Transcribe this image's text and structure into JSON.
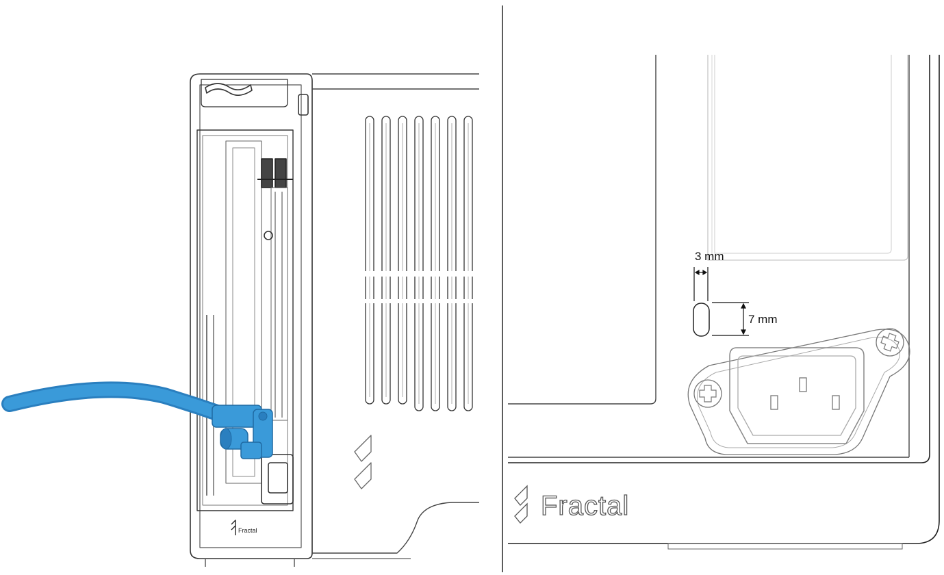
{
  "left_panel": {
    "brand_small": "Fractal",
    "colors": {
      "cable": "#3a9ad9",
      "cable_dark": "#2a7fbf",
      "line": "#333333",
      "light_line": "#9a9a9a"
    }
  },
  "right_panel": {
    "dimension_width": "3 mm",
    "dimension_height": "7 mm",
    "brand": "Fractal",
    "icons": [
      "screw-icon",
      "screw-icon",
      "iec-power-socket-icon"
    ]
  }
}
